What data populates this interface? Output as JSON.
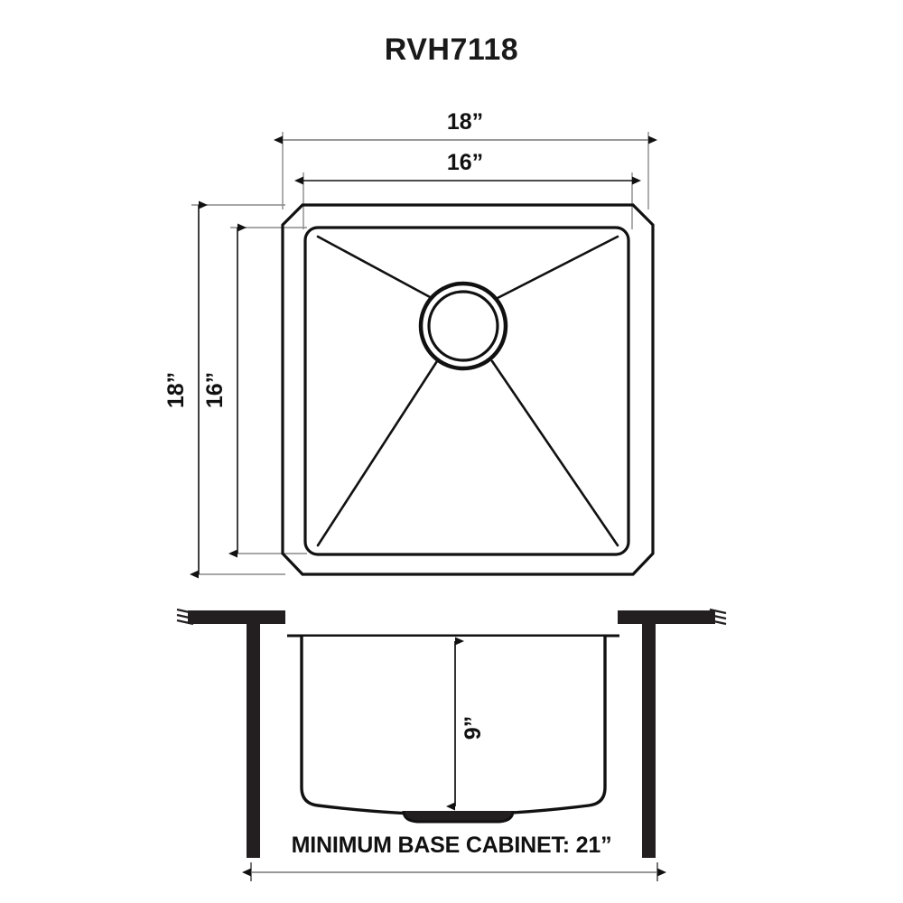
{
  "header": {
    "title": "RVH7118"
  },
  "drawing": {
    "top_view": {
      "name": "sink-top-view",
      "dimensions": {
        "outer_width": "18”",
        "inner_width": "16”",
        "outer_height": "18”",
        "inner_height": "16”"
      },
      "features": {
        "drain": "drain-circle",
        "radiating_lines": 4
      }
    },
    "cross_section_view": {
      "name": "sink-cross-section-view",
      "dimensions": {
        "bowl_depth": "9”"
      },
      "note": "MINIMUM BASE CABINET: 21”"
    }
  },
  "colors": {
    "line": "#111111",
    "thin_line": "#8a8a8a",
    "solid_fill": "#231f20",
    "background": "#ffffff"
  }
}
